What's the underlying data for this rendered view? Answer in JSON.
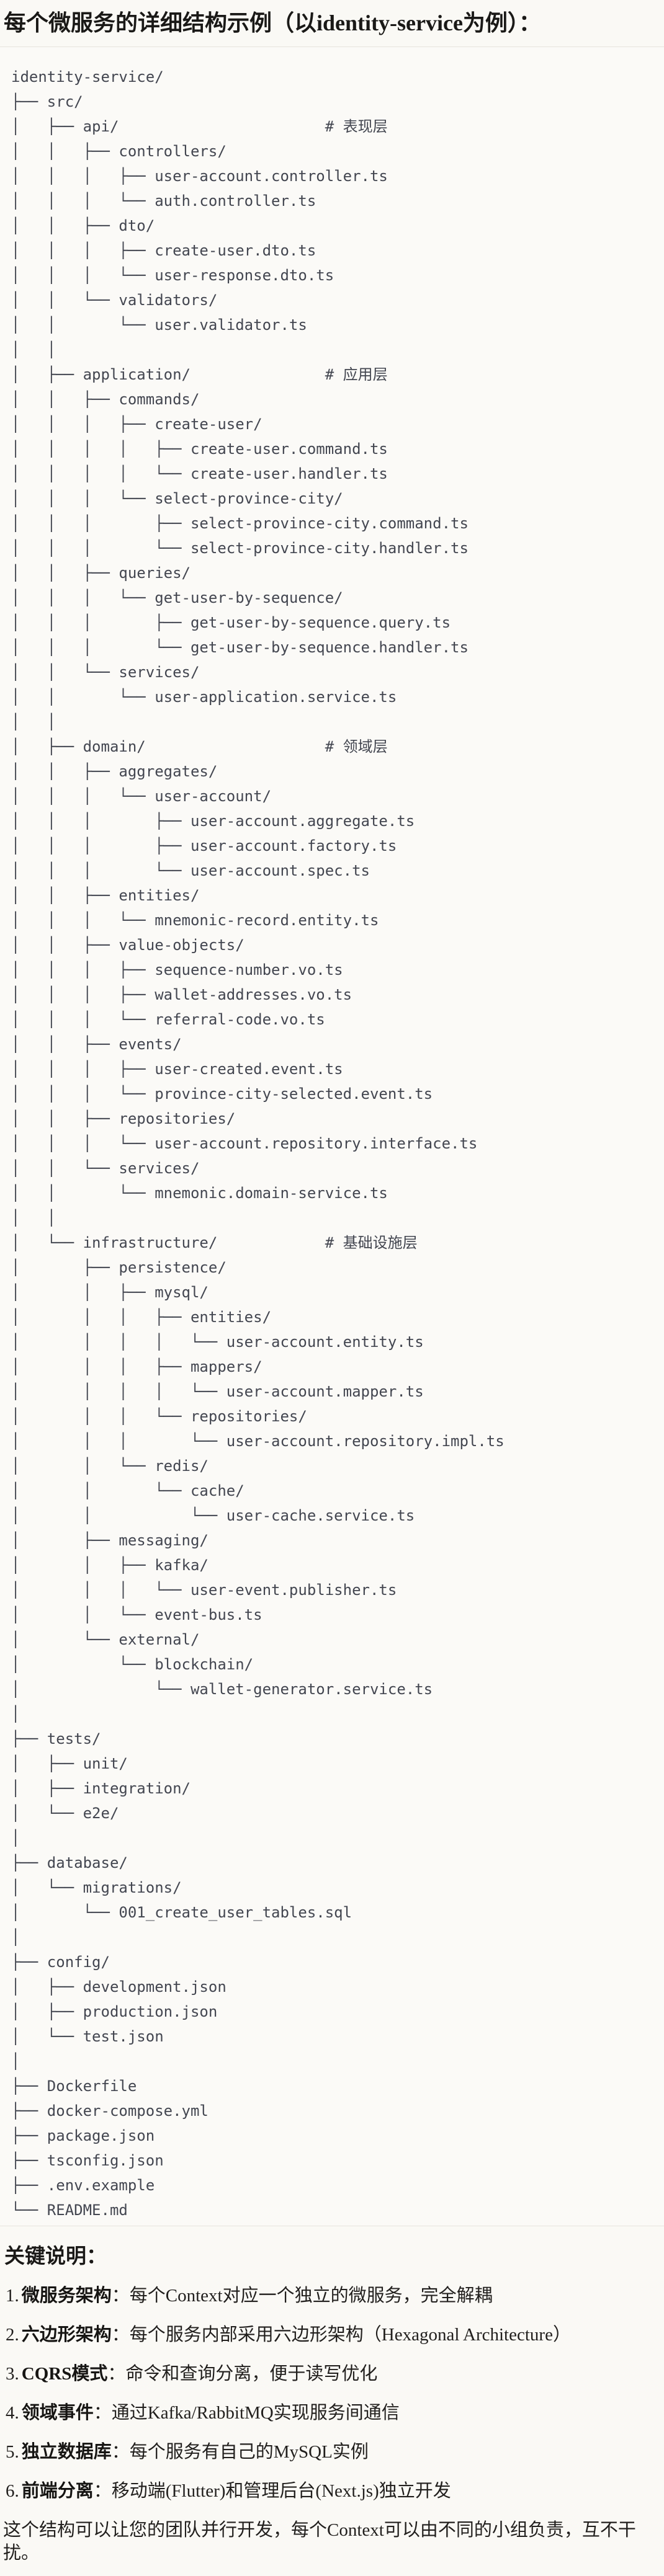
{
  "title": "每个微服务的详细结构示例（以identity-service为例）：",
  "code_block": {
    "lines": [
      "identity-service/",
      "├── src/",
      "│   ├── api/                       # 表现层",
      "│   │   ├── controllers/",
      "│   │   │   ├── user-account.controller.ts",
      "│   │   │   └── auth.controller.ts",
      "│   │   ├── dto/",
      "│   │   │   ├── create-user.dto.ts",
      "│   │   │   └── user-response.dto.ts",
      "│   │   └── validators/",
      "│   │       └── user.validator.ts",
      "│   │",
      "│   ├── application/               # 应用层",
      "│   │   ├── commands/",
      "│   │   │   ├── create-user/",
      "│   │   │   │   ├── create-user.command.ts",
      "│   │   │   │   └── create-user.handler.ts",
      "│   │   │   └── select-province-city/",
      "│   │   │       ├── select-province-city.command.ts",
      "│   │   │       └── select-province-city.handler.ts",
      "│   │   ├── queries/",
      "│   │   │   └── get-user-by-sequence/",
      "│   │   │       ├── get-user-by-sequence.query.ts",
      "│   │   │       └── get-user-by-sequence.handler.ts",
      "│   │   └── services/",
      "│   │       └── user-application.service.ts",
      "│   │",
      "│   ├── domain/                    # 领域层",
      "│   │   ├── aggregates/",
      "│   │   │   └── user-account/",
      "│   │   │       ├── user-account.aggregate.ts",
      "│   │   │       ├── user-account.factory.ts",
      "│   │   │       └── user-account.spec.ts",
      "│   │   ├── entities/",
      "│   │   │   └── mnemonic-record.entity.ts",
      "│   │   ├── value-objects/",
      "│   │   │   ├── sequence-number.vo.ts",
      "│   │   │   ├── wallet-addresses.vo.ts",
      "│   │   │   └── referral-code.vo.ts",
      "│   │   ├── events/",
      "│   │   │   ├── user-created.event.ts",
      "│   │   │   └── province-city-selected.event.ts",
      "│   │   ├── repositories/",
      "│   │   │   └── user-account.repository.interface.ts",
      "│   │   └── services/",
      "│   │       └── mnemonic.domain-service.ts",
      "│   │",
      "│   └── infrastructure/            # 基础设施层",
      "│       ├── persistence/",
      "│       │   ├── mysql/",
      "│       │   │   ├── entities/",
      "│       │   │   │   └── user-account.entity.ts",
      "│       │   │   ├── mappers/",
      "│       │   │   │   └── user-account.mapper.ts",
      "│       │   │   └── repositories/",
      "│       │   │       └── user-account.repository.impl.ts",
      "│       │   └── redis/",
      "│       │       └── cache/",
      "│       │           └── user-cache.service.ts",
      "│       ├── messaging/",
      "│       │   ├── kafka/",
      "│       │   │   └── user-event.publisher.ts",
      "│       │   └── event-bus.ts",
      "│       └── external/",
      "│           └── blockchain/",
      "│               └── wallet-generator.service.ts",
      "│",
      "├── tests/",
      "│   ├── unit/",
      "│   ├── integration/",
      "│   └── e2e/",
      "│",
      "├── database/",
      "│   └── migrations/",
      "│       └── 001_create_user_tables.sql",
      "│",
      "├── config/",
      "│   ├── development.json",
      "│   ├── production.json",
      "│   └── test.json",
      "│",
      "├── Dockerfile",
      "├── docker-compose.yml",
      "├── package.json",
      "├── tsconfig.json",
      "├── .env.example",
      "└── README.md"
    ]
  },
  "notes": {
    "heading": "关键说明：",
    "separator": "：",
    "items": [
      {
        "number": "1.",
        "label": "微服务架构",
        "desc": "每个Context对应一个独立的微服务，完全解耦"
      },
      {
        "number": "2.",
        "label": "六边形架构",
        "desc": "每个服务内部采用六边形架构（Hexagonal Architecture）"
      },
      {
        "number": "3.",
        "label": "CQRS模式",
        "desc": "命令和查询分离，便于读写优化"
      },
      {
        "number": "4.",
        "label": "领域事件",
        "desc": "通过Kafka/RabbitMQ实现服务间通信"
      },
      {
        "number": "5.",
        "label": "独立数据库",
        "desc": "每个服务有自己的MySQL实例"
      },
      {
        "number": "6.",
        "label": "前端分离",
        "desc": "移动端(Flutter)和管理后台(Next.js)独立开发"
      }
    ]
  },
  "closing": "这个结构可以让您的团队并行开发，每个Context可以由不同的小组负责，互不干扰。",
  "colors": {
    "page_bg": "#FAF9F5",
    "code_bg": "#FBFAF7",
    "divider": "#E7E4DD",
    "code_text": "#434650",
    "heading_text": "#1A1917",
    "body_text": "#211F1D"
  }
}
